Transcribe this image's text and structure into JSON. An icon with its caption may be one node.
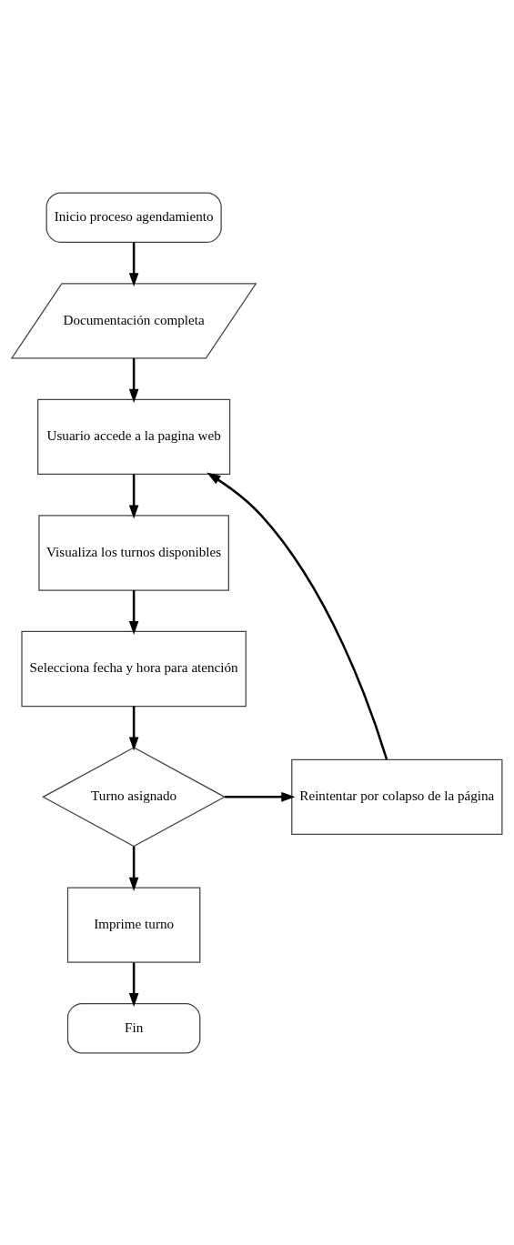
{
  "diagram": {
    "nodes": [
      {
        "text": [
          "Inicio proceso agendamiento"
        ]
      },
      {
        "text": [
          "Documentación completa"
        ]
      },
      {
        "text": [
          "Usuario accede a la pagina web"
        ]
      },
      {
        "text": [
          "Visualiza los turnos disponibles"
        ]
      },
      {
        "text": [
          "Selecciona fecha y hora para atención"
        ]
      },
      {
        "text": [
          "Turno asignado"
        ]
      },
      {
        "text": [
          "Reintentar por colapso de la página"
        ]
      },
      {
        "text": [
          "Imprime turno"
        ]
      },
      {
        "text": [
          "Fin"
        ]
      }
    ],
    "edges": [
      {
        "from": 0,
        "to": 1,
        "arrow": "to"
      },
      {
        "from": 1,
        "to": 2,
        "arrow": "to"
      },
      {
        "from": 2,
        "to": 3,
        "arrow": "to"
      },
      {
        "from": 3,
        "to": 4,
        "arrow": "to"
      },
      {
        "from": 4,
        "to": 5,
        "arrow": "to"
      },
      {
        "from": 5,
        "to": 6,
        "arrow": "to"
      },
      {
        "from": 6,
        "to": 2,
        "arrow": "to"
      },
      {
        "from": 5,
        "to": 7,
        "arrow": "to"
      },
      {
        "from": 7,
        "to": 8,
        "arrow": "to"
      }
    ]
  }
}
